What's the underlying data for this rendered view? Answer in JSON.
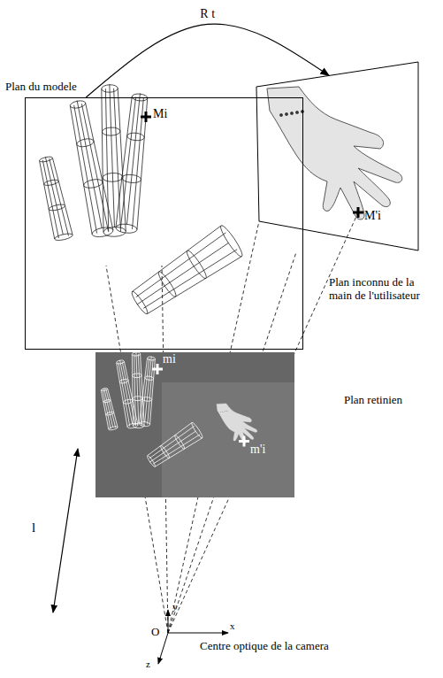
{
  "diagram": {
    "nodes": [
      {
        "text": [
          "Plan du modele"
        ]
      },
      {
        "text": [
          "Plan inconnu de la main de l'utilisateur"
        ]
      },
      {
        "text": [
          "Plan retinien"
        ]
      }
    ],
    "edges": [
      {
        "from": 0,
        "to": 1,
        "label": "R t",
        "arrow": "to"
      }
    ],
    "labels": [
      "Mi",
      "M'i",
      "mi",
      "m'i",
      "l",
      "y",
      "x",
      "z",
      "O",
      "Centre optique de la camera"
    ]
  }
}
